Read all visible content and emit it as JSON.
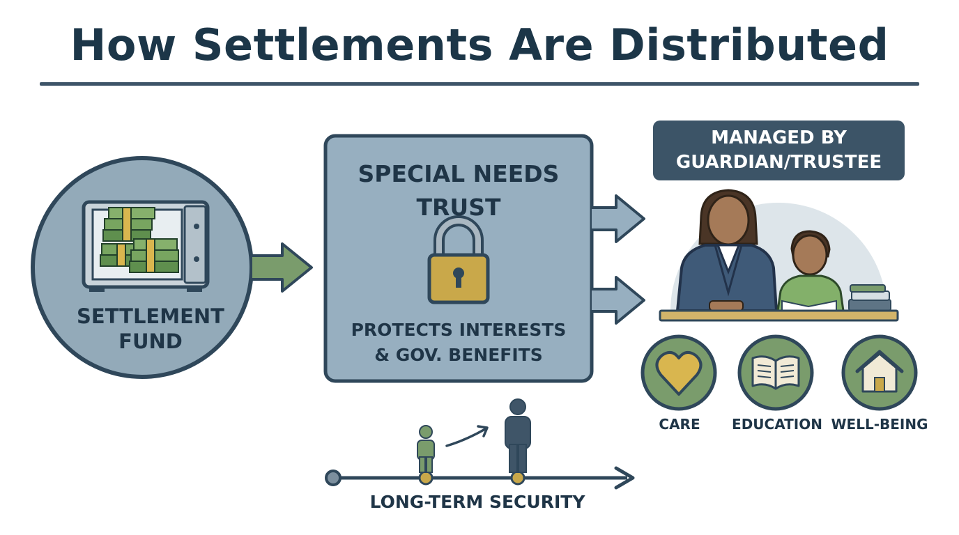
{
  "title": "How Settlements Are Distributed",
  "fund": {
    "label_line1": "SETTLEMENT",
    "label_line2": "FUND"
  },
  "trust": {
    "title_line1": "SPECIAL NEEDS",
    "title_line2": "TRUST",
    "subtitle_line1": "PROTECTS INTERESTS",
    "subtitle_line2": "& GOV. BENEFITS"
  },
  "managed": {
    "line1": "MANAGED BY",
    "line2": "GUARDIAN/TRUSTEE"
  },
  "categories": [
    {
      "label": "CARE",
      "icon": "heart-icon"
    },
    {
      "label": "EDUCATION",
      "icon": "open-book-icon"
    },
    {
      "label": "WELL-BEING",
      "icon": "house-icon"
    }
  ],
  "timeline": {
    "label": "LONG-TERM SECURITY"
  },
  "colors": {
    "navy": "#1c3648",
    "slate": "#3c5467",
    "trust_fill": "#97afc0",
    "fund_fill": "#93aab9",
    "green": "#7a9c6c",
    "gold": "#c9a84a"
  }
}
